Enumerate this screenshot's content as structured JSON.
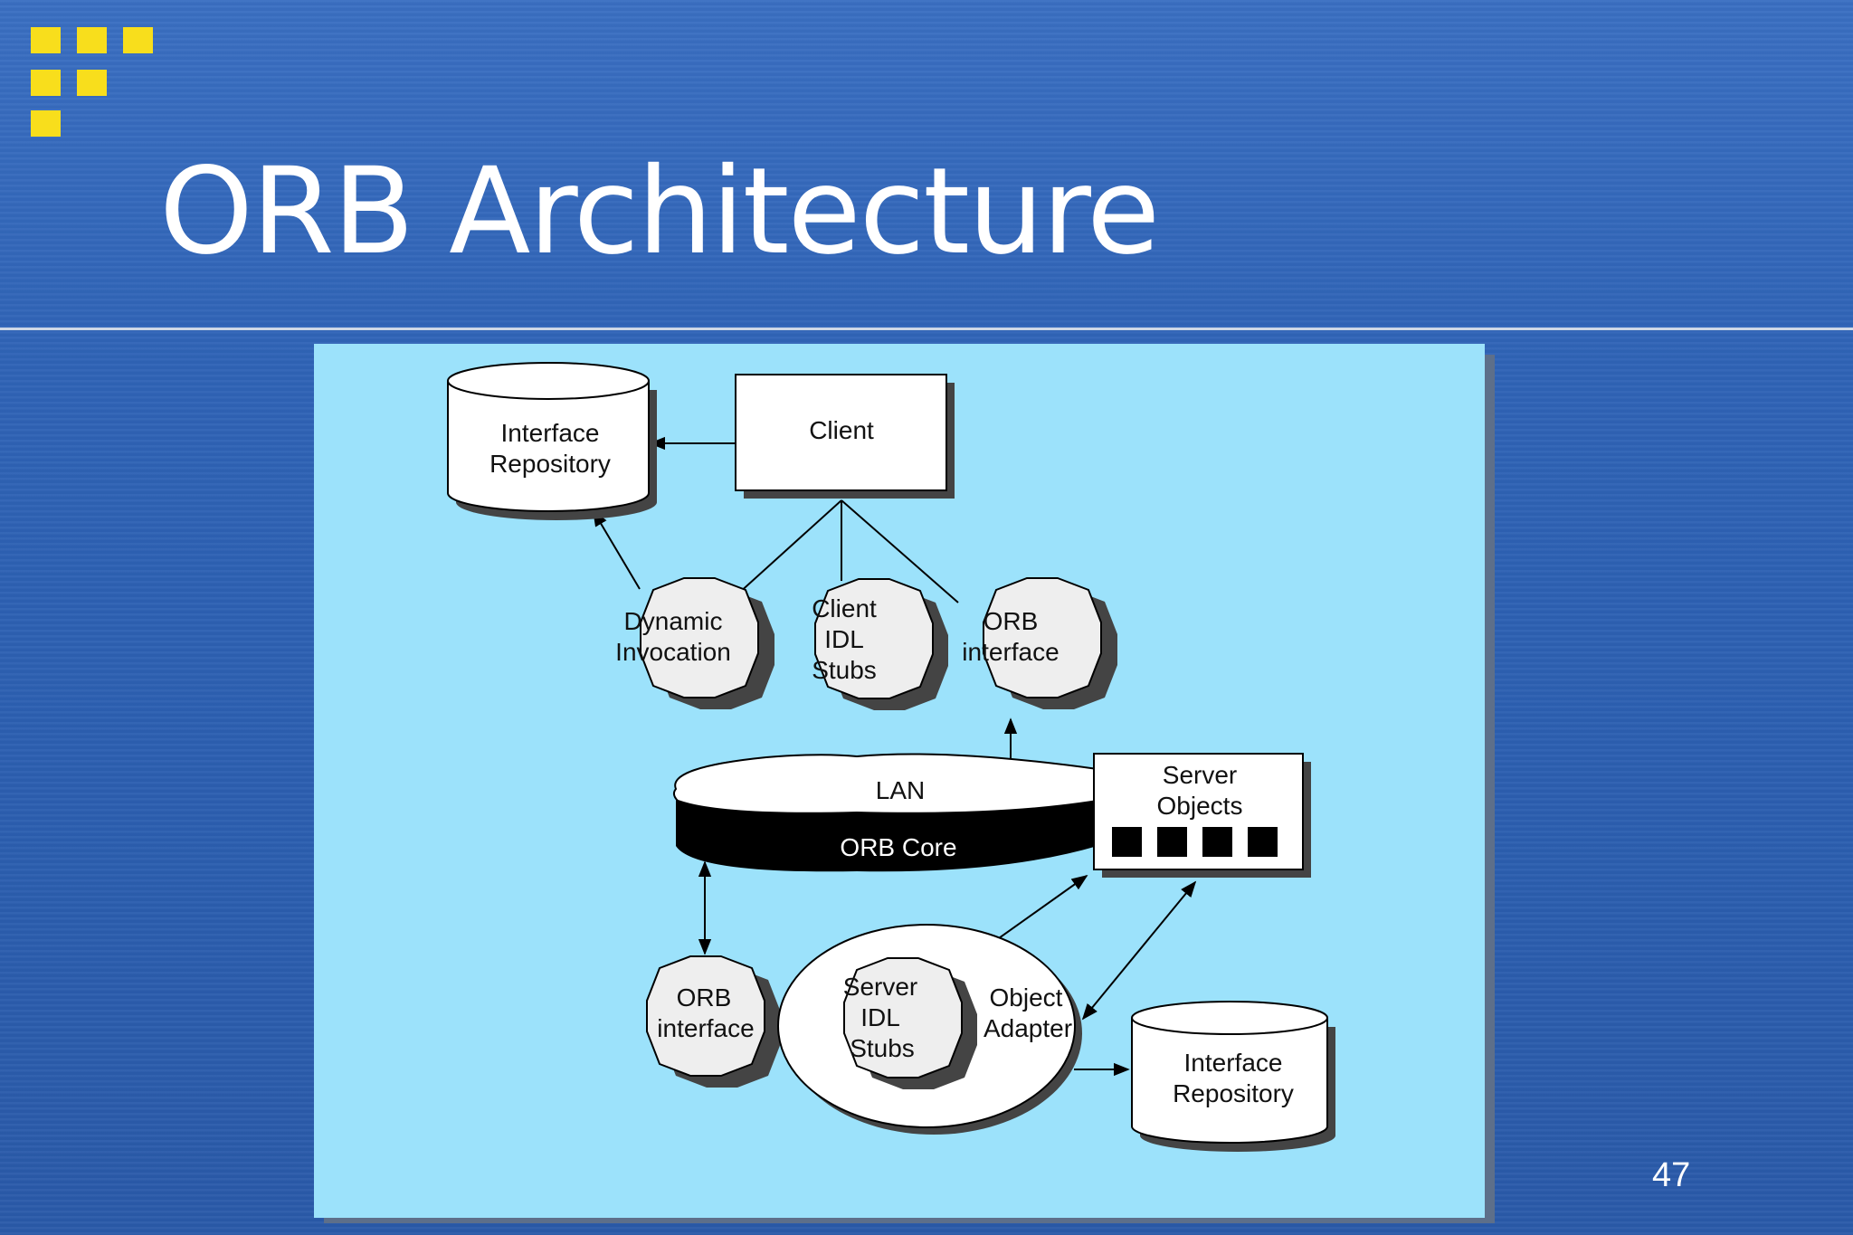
{
  "slide": {
    "title": "ORB Architecture",
    "page_number": "47"
  },
  "diagram": {
    "interface_repository_top": [
      "Interface",
      "Repository"
    ],
    "client": "Client",
    "dynamic_invocation": [
      "Dynamic",
      "Invocation"
    ],
    "client_idl_stubs": [
      "Client",
      "IDL",
      "Stubs"
    ],
    "orb_interface_top": [
      "ORB",
      "interface"
    ],
    "lan": "LAN",
    "orb_core": "ORB Core",
    "server_objects": [
      "Server",
      "Objects"
    ],
    "orb_interface_bottom": [
      "ORB",
      "interface"
    ],
    "server_idl_stubs": [
      "Server",
      "IDL",
      "Stubs"
    ],
    "object_adapter": [
      "Object",
      "Adapter"
    ],
    "interface_repository_bottom": [
      "Interface",
      "Repository"
    ]
  },
  "colors": {
    "background": "#2f63b6",
    "panel": "#9ce2fb",
    "logo": "#f8de1c",
    "node_fill": "#eeeeee"
  }
}
